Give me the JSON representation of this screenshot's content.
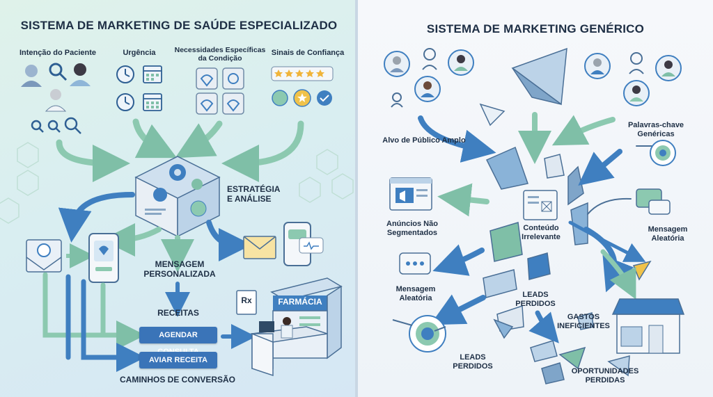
{
  "left": {
    "title": "SISTEMA DE MARKETING DE SAÚDE ESPECIALIZADO",
    "labels": {
      "patient_intent": "Intenção do Paciente",
      "urgency": "Urgência",
      "condition_needs": "Necessidades Específicas da Condição",
      "trust_signals": "Sinais de Confiança",
      "strategy": "ESTRATÉGIA E ANÁLISE",
      "personalized_message": "MENSAGEM PERSONALIZADA",
      "prescriptions": "RECEITAS",
      "conversion_paths": "CAMINHOS DE CONVERSÃO",
      "pharmacy_sign": "FARMÁCIA",
      "rx": "Rx"
    },
    "buttons": {
      "schedule": "AGENDAR CONSULTA",
      "fill_prescription": "AVIAR RECEITA"
    }
  },
  "right": {
    "title": "SISTEMA DE MARKETING GENÉRICO",
    "labels": {
      "broad_audience": "Alvo de Público Amplo",
      "generic_keywords": "Palavras-chave Genéricas",
      "untargeted_ads": "Anúncios Não Segmentados",
      "irrelevant_content": "Conteúdo Irrelevante",
      "random_message_right": "Mensagem Aleatória",
      "random_message_left": "Mensagem Aleatória",
      "lost_leads_center": "LEADS PERDIDOS",
      "lost_leads_bottom": "LEADS PERDIDOS",
      "wasted_spend": "GASTOS INEFICIENTES",
      "lost_opportunities": "OPORTUNIDADES PERDIDAS"
    }
  },
  "colors": {
    "arrow_green": "#8cc9b0",
    "arrow_blue": "#3f7fc0",
    "navy_text": "#1e2f45",
    "button_blue": "#3a74b8"
  }
}
